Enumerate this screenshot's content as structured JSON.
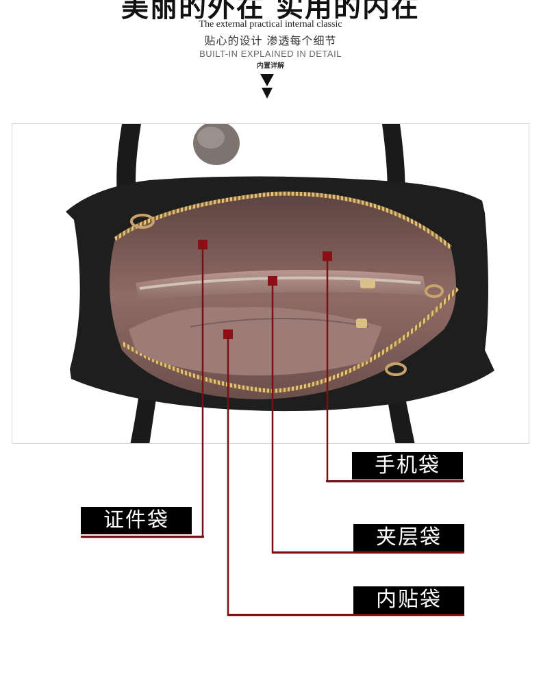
{
  "header": {
    "headline": "美丽的外在 实用的内在",
    "subtitle_en": "The external practical internal classic",
    "subtitle_cn": "贴心的设计  渗透每个细节",
    "built_in": "BUILT-IN EXPLAINED IN DETAIL",
    "built_in_cn": "内置详解"
  },
  "labels": {
    "phone_pocket": "手机袋",
    "id_pocket": "证件袋",
    "zip_pocket": "夹层袋",
    "inner_pocket": "内贴袋"
  },
  "colors": {
    "accent": "#7a0f14",
    "label_bg": "#000000",
    "lining": "#8f6b66",
    "leather": "#1e1e1e",
    "zipper": "#b8914a"
  }
}
